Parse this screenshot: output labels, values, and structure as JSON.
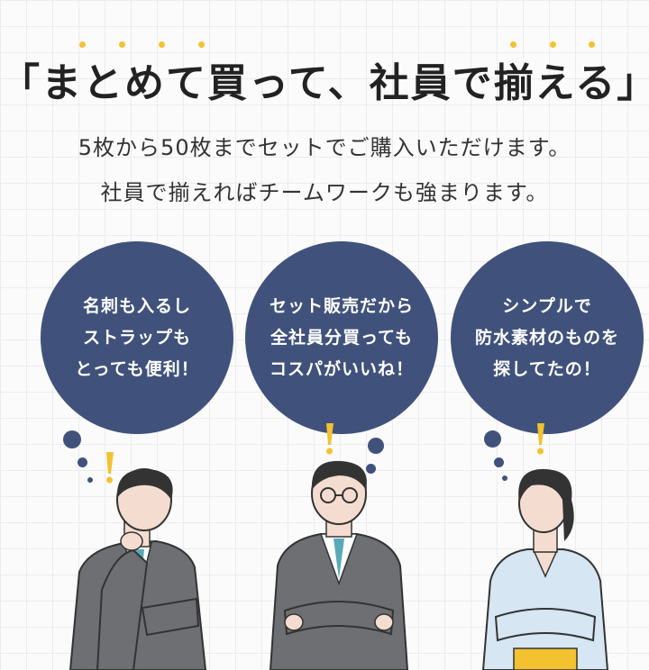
{
  "headline": "「まとめて買って、社員で揃える」",
  "sublines": [
    "5枚から50枚までセットでご購入いただけます。",
    "社員で揃えればチームワークも強まります。"
  ],
  "bubbles": [
    {
      "lines": [
        "名刺も入るし",
        "ストラップも",
        "とっても便利！"
      ]
    },
    {
      "lines": [
        "セット販売だから",
        "全社員分買っても",
        "コスパがいいね！"
      ]
    },
    {
      "lines": [
        "シンプルで",
        "防水素材のものを",
        "探してたの！"
      ]
    }
  ],
  "colors": {
    "bubble": "#40527c",
    "accent_yellow": "#f2c230",
    "text": "#2b2b2b"
  },
  "people": [
    {
      "icon": "thinking-businessman-illustration"
    },
    {
      "icon": "glasses-businessman-illustration"
    },
    {
      "icon": "businesswoman-illustration"
    }
  ]
}
